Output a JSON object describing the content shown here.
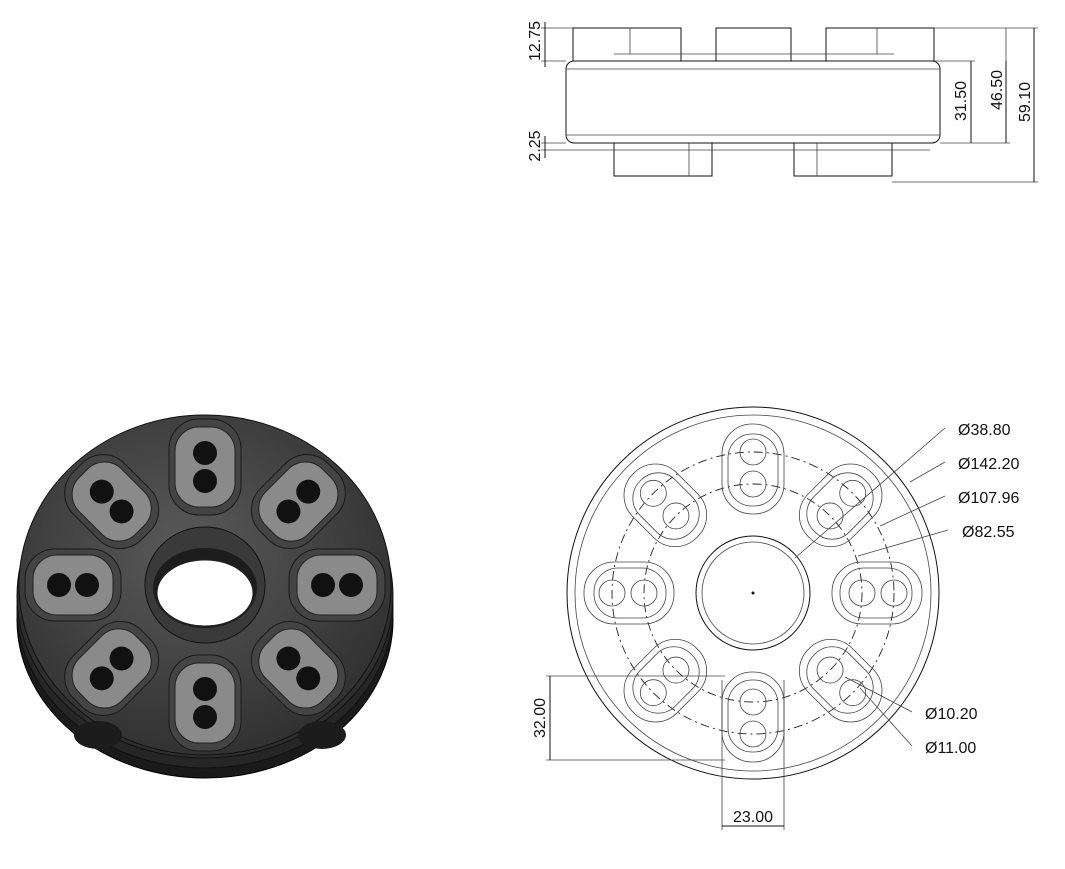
{
  "side_view": {
    "dims": {
      "flange_thickness": "12.75",
      "gap": "2.25",
      "body_height": "31.50",
      "height_with_flanges": "46.50",
      "total_height": "59.10"
    }
  },
  "front_view": {
    "dims": {
      "center_bore": "Ø38.80",
      "outer_diameter": "Ø142.20",
      "outer_pitch": "Ø107.96",
      "inner_pitch": "Ø82.55",
      "hole_small": "Ø10.20",
      "hole_large": "Ø11.00",
      "lug_length": "32.00",
      "lug_width": "23.00"
    }
  },
  "iso_view": {
    "lug_count": 8,
    "holes_per_lug": 2
  }
}
